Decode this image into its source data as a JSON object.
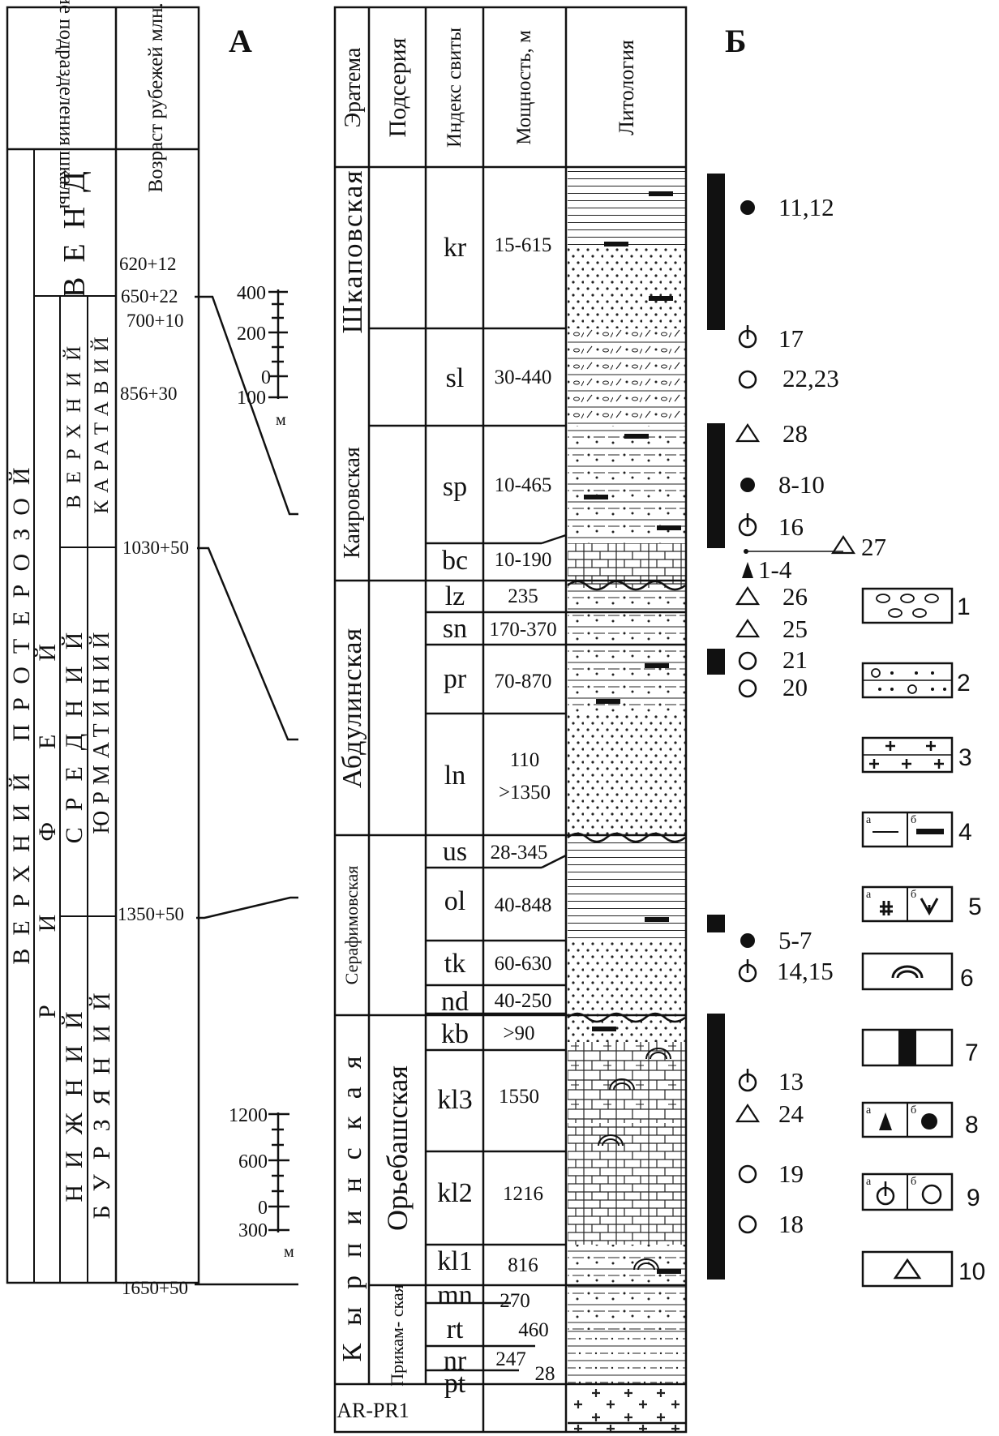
{
  "panels": {
    "a": "А",
    "b": "Б"
  },
  "left_headers": {
    "general": "Общие подразделения шкалы",
    "age": "Возраст рубежей млн. лет"
  },
  "left_units": {
    "upper_proterozoic": "ВЕРХНИЙ ПРОТЕРОЗОЙ",
    "vend": "ВЕНД",
    "riphean": "РИФЕЙ",
    "upper": "ВЕРХНИЙ",
    "middle": "СРЕДНИЙ",
    "lower": "НИЖНИЙ",
    "karatav": "КАРАТАВИЙ",
    "yurmatin": "ЮРМАТИНИЙ",
    "burzyan": "БУРЗЯНИЙ"
  },
  "ages": [
    "620+12",
    "650+22",
    "700+10",
    "856+30",
    "1030+50",
    "1350+50",
    "1650+50"
  ],
  "right_headers": {
    "eratem": "Эратема",
    "subseries": "Подсерия",
    "index": "Индекс свиты",
    "thickness": "Мощность, м",
    "lithology": "Литология"
  },
  "series": [
    "Шкаповская",
    "Каировская",
    "Абдулинская",
    "Серафимовская",
    "Кырпинская",
    "AR-PR1"
  ],
  "subseries": [
    "Орьебашская",
    "Прикам- ская"
  ],
  "formations": [
    {
      "index": "kr",
      "thickness": "15-615"
    },
    {
      "index": "sl",
      "thickness": "30-440"
    },
    {
      "index": "sp",
      "thickness": "10-465"
    },
    {
      "index": "bc",
      "thickness": "10-190"
    },
    {
      "index": "lz",
      "thickness": "235"
    },
    {
      "index": "sn",
      "thickness": "170-370"
    },
    {
      "index": "pr",
      "thickness": "70-870"
    },
    {
      "index": "ln",
      "thickness": "110 >1350"
    },
    {
      "index": "us",
      "thickness": "28-345"
    },
    {
      "index": "ol",
      "thickness": "40-848"
    },
    {
      "index": "tk",
      "thickness": "60-630"
    },
    {
      "index": "nd",
      "thickness": "40-250"
    },
    {
      "index": "kb",
      "thickness": ">90"
    },
    {
      "index": "kl3",
      "thickness": "1550"
    },
    {
      "index": "kl2",
      "thickness": "1216"
    },
    {
      "index": "kl1",
      "thickness": "816"
    },
    {
      "index": "mn",
      "thickness": "270"
    },
    {
      "index": "rt",
      "thickness": "460"
    },
    {
      "index": "nr",
      "thickness": "247"
    },
    {
      "index": "pt",
      "thickness": "28"
    }
  ],
  "scale_upper": {
    "ticks": [
      "400",
      "200",
      "0",
      "100"
    ],
    "unit": "м"
  },
  "scale_lower": {
    "ticks": [
      "1200",
      "600",
      "0",
      "300"
    ],
    "unit": "м"
  },
  "samples": [
    {
      "symbol": "dot",
      "label": "11,12"
    },
    {
      "symbol": "pin",
      "label": "17"
    },
    {
      "symbol": "circle",
      "label": "22,23"
    },
    {
      "symbol": "triangle",
      "label": "28"
    },
    {
      "symbol": "dot",
      "label": "8-10"
    },
    {
      "symbol": "pin",
      "label": "16"
    },
    {
      "symbol": "triangle",
      "label": "27"
    },
    {
      "symbol": "filled-triangle",
      "label": "1-4"
    },
    {
      "symbol": "triangle",
      "label": "26"
    },
    {
      "symbol": "triangle",
      "label": "25"
    },
    {
      "symbol": "circle",
      "label": "21"
    },
    {
      "symbol": "circle",
      "label": "20"
    },
    {
      "symbol": "dot",
      "label": "5-7"
    },
    {
      "symbol": "pin",
      "label": "14,15"
    },
    {
      "symbol": "pin",
      "label": "13"
    },
    {
      "symbol": "triangle",
      "label": "24"
    },
    {
      "symbol": "circle",
      "label": "19"
    },
    {
      "symbol": "circle",
      "label": "18"
    }
  ],
  "legend": [
    {
      "number": "1",
      "pattern": "gravel"
    },
    {
      "number": "2",
      "pattern": "sandstone"
    },
    {
      "number": "3",
      "pattern": "crystalline"
    },
    {
      "number": "4",
      "pattern": "siltstone-shale",
      "sub": [
        "а",
        "б"
      ]
    },
    {
      "number": "5",
      "pattern": "ore-mineral",
      "sub": [
        "а",
        "б"
      ]
    },
    {
      "number": "6",
      "pattern": "stromatolite"
    },
    {
      "number": "7",
      "pattern": "sampled-interval"
    },
    {
      "number": "8",
      "pattern": "filled-symbols",
      "sub": [
        "а",
        "б"
      ]
    },
    {
      "number": "9",
      "pattern": "open-symbols",
      "sub": [
        "а",
        "б"
      ]
    },
    {
      "number": "10",
      "pattern": "triangle"
    }
  ]
}
